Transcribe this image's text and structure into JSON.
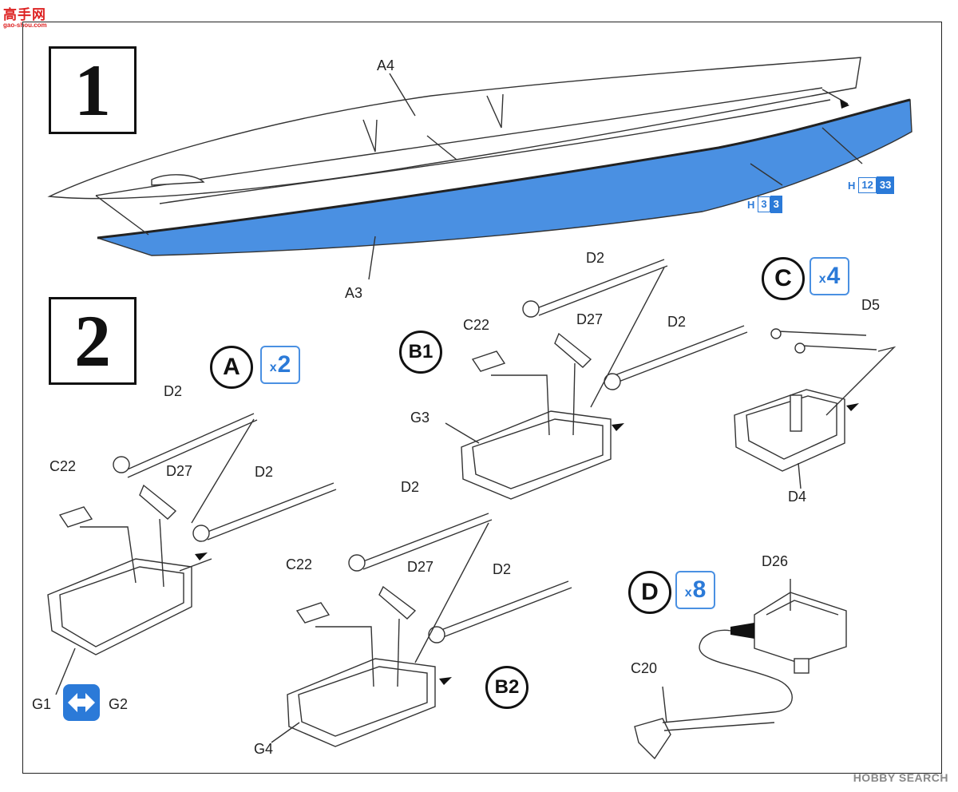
{
  "logo": {
    "title": "高手网",
    "url": "gao-shou.com"
  },
  "watermark": "HOBBY SEARCH",
  "colors": {
    "accent": "#2b7ad8",
    "hull_paint": "#4a90e2"
  },
  "steps": [
    {
      "number": "1"
    },
    {
      "number": "2"
    }
  ],
  "step1": {
    "labels": {
      "a4": "A4",
      "a3": "A3"
    },
    "paint_refs": [
      {
        "prefix": "H",
        "code1": "3",
        "code2": "3"
      },
      {
        "prefix": "H",
        "code1": "12",
        "code2": "33"
      }
    ]
  },
  "subassemblies": {
    "A": {
      "letter": "A",
      "multiplier_x": "x",
      "multiplier_n": "2"
    },
    "B1": {
      "letter": "B1"
    },
    "B2": {
      "letter": "B2"
    },
    "C": {
      "letter": "C",
      "multiplier_x": "x",
      "multiplier_n": "4"
    },
    "D": {
      "letter": "D",
      "multiplier_x": "x",
      "multiplier_n": "8"
    }
  },
  "part_labels": {
    "d2": "D2",
    "d27": "D27",
    "c22": "C22",
    "g1": "G1",
    "g2": "G2",
    "g3": "G3",
    "g4": "G4",
    "d5": "D5",
    "d4": "D4",
    "d26": "D26",
    "c20": "C20"
  }
}
